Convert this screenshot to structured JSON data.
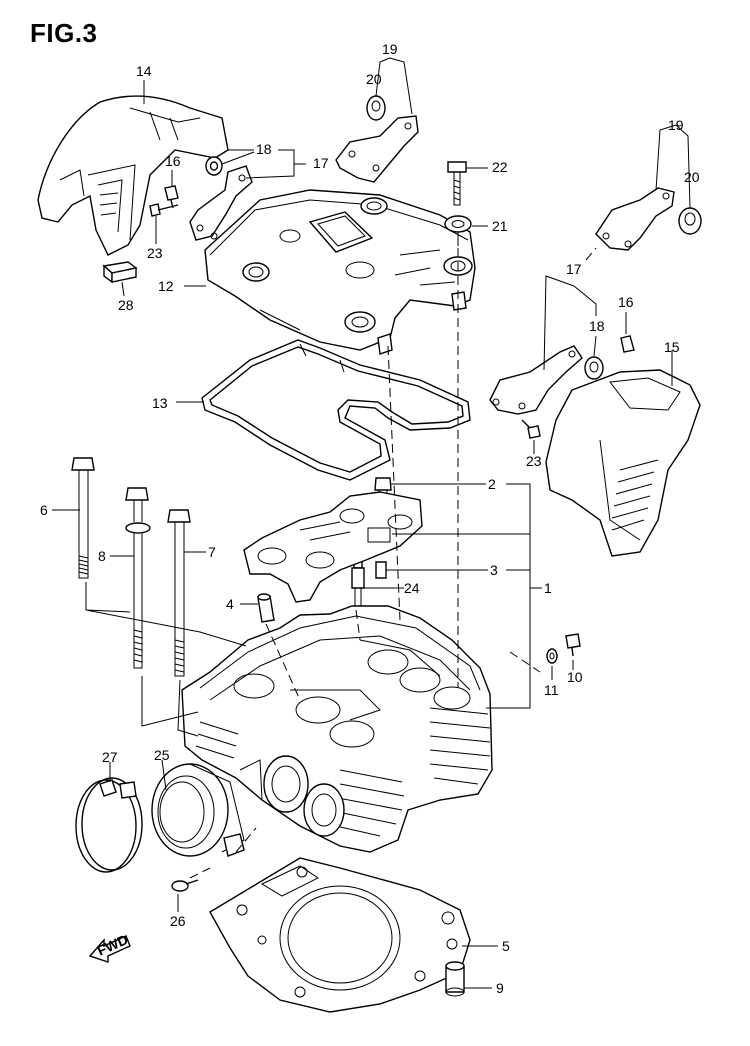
{
  "figure_title": "FIG.3",
  "fwd_arrow_text": "FWD",
  "callouts": {
    "c1": "1",
    "c2": "2",
    "c3": "3",
    "c4": "4",
    "c5": "5",
    "c6": "6",
    "c7": "7",
    "c8": "8",
    "c9": "9",
    "c10": "10",
    "c11": "11",
    "c12": "12",
    "c13": "13",
    "c14": "14",
    "c15": "15",
    "c16a": "16",
    "c16b": "16",
    "c17a": "17",
    "c17b": "17",
    "c18a": "18",
    "c18b": "18",
    "c19a": "19",
    "c19b": "19",
    "c20a": "20",
    "c20b": "20",
    "c21": "21",
    "c22": "22",
    "c23a": "23",
    "c23b": "23",
    "c24": "24",
    "c25": "25",
    "c26": "26",
    "c27": "27",
    "c28": "28"
  }
}
